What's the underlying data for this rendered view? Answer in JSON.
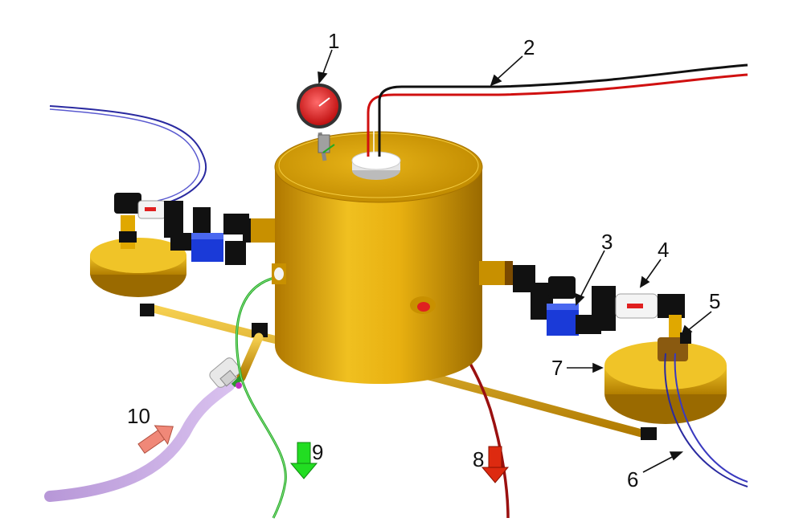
{
  "callouts": [
    {
      "id": "1",
      "label": "1"
    },
    {
      "id": "2",
      "label": "2"
    },
    {
      "id": "3",
      "label": "3"
    },
    {
      "id": "4",
      "label": "4"
    },
    {
      "id": "5",
      "label": "5"
    },
    {
      "id": "6",
      "label": "6"
    },
    {
      "id": "7",
      "label": "7"
    },
    {
      "id": "8",
      "label": "8"
    },
    {
      "id": "9",
      "label": "9"
    },
    {
      "id": "10",
      "label": "10"
    }
  ],
  "colors": {
    "vessel_gold": "#e0a800",
    "gauge_red": "#e02020",
    "valve_blue": "#1a3ad8",
    "wire_red": "#d01010",
    "wire_black": "#111111",
    "tube_blue": "#2a2aa0",
    "tube_green": "#22aa22",
    "hose_lilac": "#c8a8e0",
    "tube_darkred": "#9a1010",
    "arrow_green": "#22dd22",
    "arrow_red": "#dd2a10",
    "arrow_salmon": "#f08878"
  }
}
